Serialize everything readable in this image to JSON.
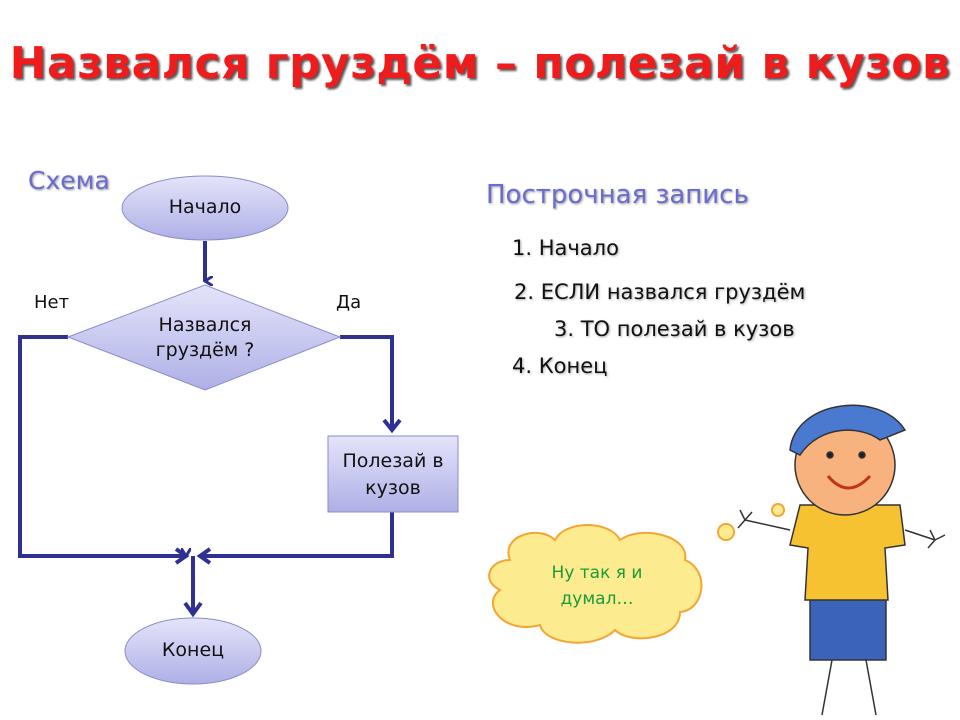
{
  "title": "Назвался груздём – полезай в кузов",
  "scheme": {
    "heading": "Схема",
    "start": "Начало",
    "condition": "Назвался груздём ?",
    "no_label": "Нет",
    "yes_label": "Да",
    "action": "Полезай в кузов",
    "end": "Конец"
  },
  "listing": {
    "heading": "Построчная запись",
    "steps": [
      "1. Начало",
      "2. ЕСЛИ назвался груздём",
      "3. ТО полезай в кузов",
      "4. Конец"
    ]
  },
  "speech_bubble": "Ну так я и думал…",
  "colors": {
    "title": "#ee1c1c",
    "heading": "#6b6bd0",
    "lines": "#2e3192",
    "shape_fill": "#c9c9f0",
    "cloud_fill": "#fdeb8f"
  }
}
